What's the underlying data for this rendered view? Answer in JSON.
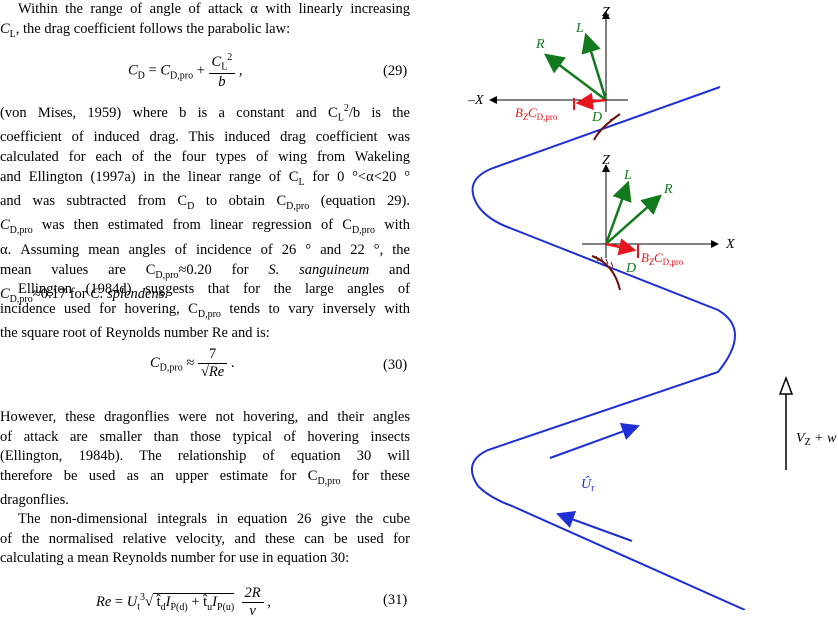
{
  "paragraph1": {
    "line1a": "Within the range of angle of attack ",
    "alpha": "α",
    "line1b": " with linearly increasing",
    "CL": "C",
    "L": "L",
    "line2": ", the drag coefficient follows the parabolic law:"
  },
  "eq29": {
    "lhs": "C",
    "lhs_sub": "D",
    "eq": " = ",
    "cdpro": "C",
    "cdpro_sub": "D,pro",
    "plus": " + ",
    "num": "C",
    "num_sub": "L",
    "num_sup": "2",
    "den": "b",
    "comma": " ,",
    "number": "(29)"
  },
  "paragraph2": {
    "l1": "(von Mises, 1959) where b is a constant and C",
    "l1b": "/b is the",
    "l2": "coefficient of induced drag. This induced drag coefficient was",
    "l3": "calculated for each of the four types of wing from Wakeling",
    "l4": "and Ellington (1997a) in the linear range of C",
    "l4b": " for 0 °<α<20 °",
    "l5": "and was subtracted from C",
    "l5b": " to obtain C",
    "l5c": " (equation 29).",
    "l6a": "C",
    "l6b": " was then estimated from linear regression of C",
    "l6c": " with",
    "l7": "α. Assuming mean angles of incidence of 26 ° and 22 °, the",
    "l8a": "mean   values   are   C",
    "l8b": "≈0.20   for   ",
    "l8c": "S. sanguineum",
    "l8d": "   and",
    "l9a": "C",
    "l9b": "≈0.17 for ",
    "l9c": "C. splendens",
    "l9d": "."
  },
  "paragraph3": {
    "l1": "Ellington (1984d) suggests that for the large angles of",
    "l2a": "incidence used for hovering, C",
    "l2b": " tends to vary inversely with",
    "l3": "the square root of Reynolds number Re and is:"
  },
  "eq30": {
    "lhs": "C",
    "lhs_sub": "D,pro",
    "approx": " ≈ ",
    "num": "7",
    "den": "Re",
    "dot": " .",
    "number": "(30)"
  },
  "paragraph4": {
    "l1": "However, these dragonflies were not hovering, and their angles",
    "l2": "of attack are smaller than those typical of hovering insects",
    "l3": "(Ellington, 1984b). The relationship of equation 30 will",
    "l4a": "therefore be used as an upper estimate for C",
    "l4b": " for these",
    "l5": "dragonflies."
  },
  "paragraph5": {
    "l1": "The non-dimensional integrals in equation 26 give the cube",
    "l2": "of the normalised relative velocity, and these can be used for",
    "l3": "calculating a mean Reynolds number for use in equation 30:"
  },
  "eq31": {
    "text": "Re = U",
    "sub_t": "t",
    "sup3": "3",
    "inner": "t̂ I",
    "dsub": "P(d)",
    "plus": " + t̂ I",
    "usub": "P(u)",
    "frac_num": "2R",
    "frac_den": "ν",
    "comma": " ,",
    "number": "(31)"
  },
  "diagram": {
    "top_axes": {
      "z": "Z",
      "neg_x": "–X",
      "R": "R",
      "L": "L",
      "D": "D",
      "drag_label": "B",
      "drag_label_sub": "Z",
      "drag_label_c": "C",
      "drag_label_csub": "D,pro"
    },
    "bottom_axes": {
      "z": "Z",
      "x": "X",
      "R": "R",
      "L": "L",
      "D": "D",
      "drag_label": "B",
      "drag_label_sub": "Z",
      "drag_label_c": "C",
      "drag_label_csub": "D,pro"
    },
    "velocity_label": "Û",
    "velocity_sub": "r",
    "flow_label": "V",
    "flow_sub": "Z",
    "flow_tail": " + w",
    "colors": {
      "path": "#1f2fd6",
      "force": "#127a1c",
      "drag": "#e8141e",
      "wing": "#6b1010"
    }
  }
}
